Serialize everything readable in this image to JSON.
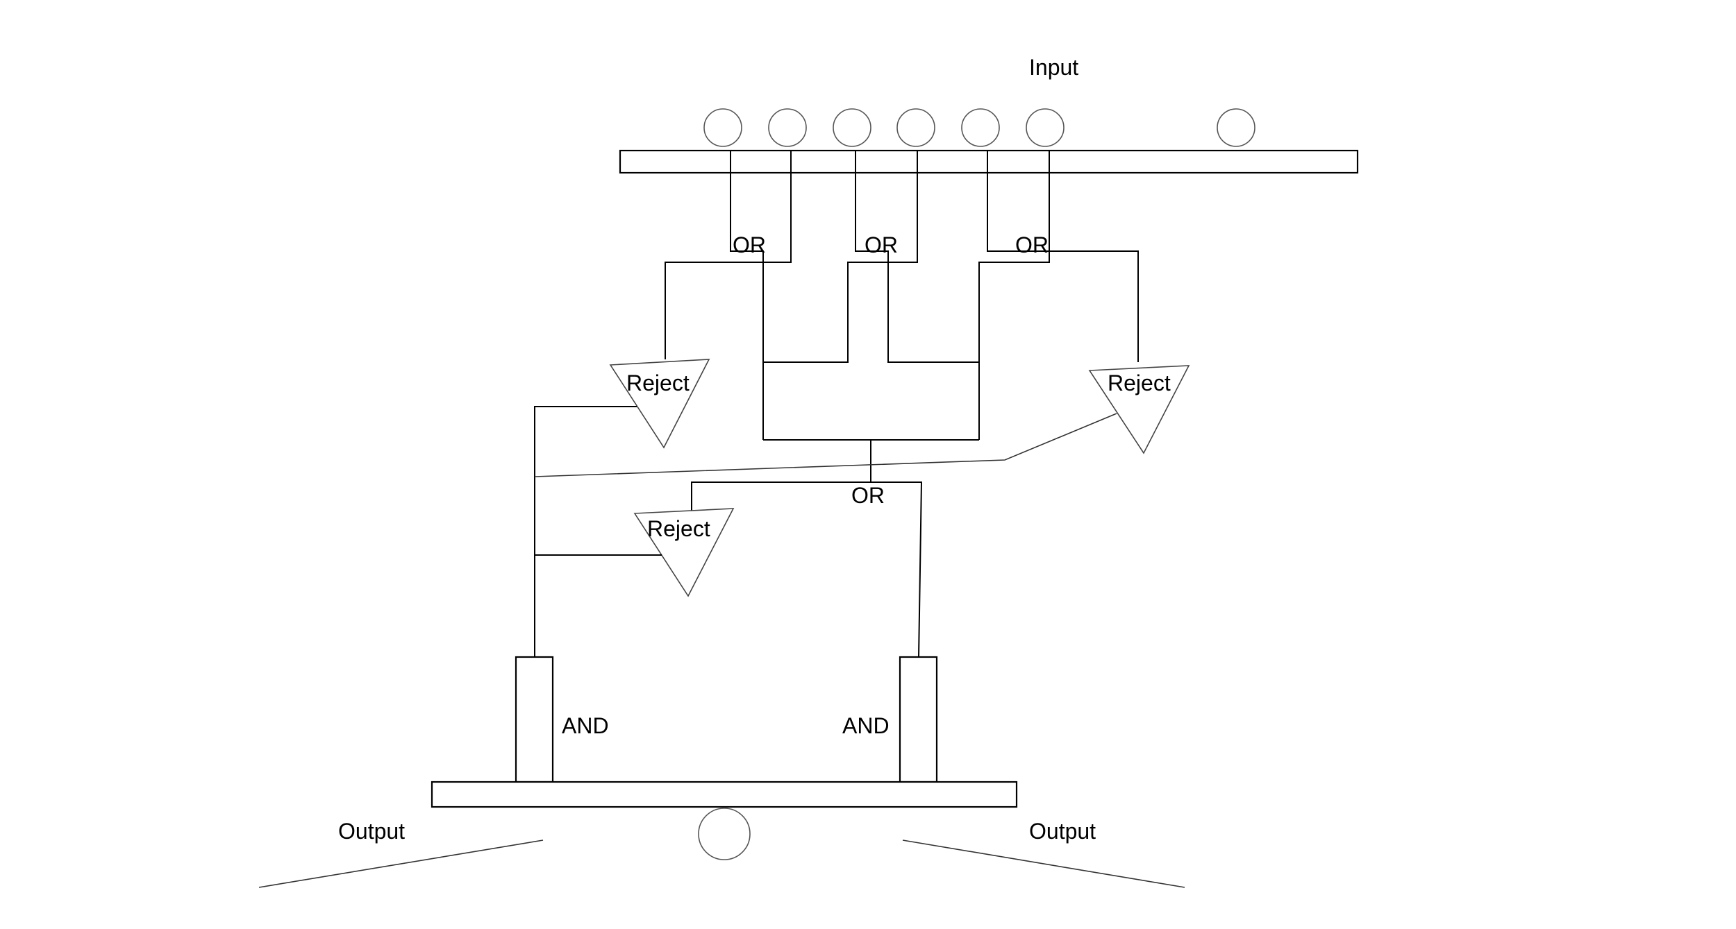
{
  "diagram": {
    "input_label": "Input",
    "output_labels": [
      "Output",
      "Output"
    ],
    "or_gates": [
      {
        "label": "OR"
      },
      {
        "label": "OR"
      },
      {
        "label": "OR"
      },
      {
        "label": "OR"
      }
    ],
    "reject_gates": [
      {
        "label": "Reject"
      },
      {
        "label": "Reject"
      },
      {
        "label": "Reject"
      }
    ],
    "and_gates": [
      {
        "label": "AND"
      },
      {
        "label": "AND"
      }
    ],
    "input_node_count": 7,
    "output_node_count": 1,
    "colors": {
      "line": "#000000",
      "background": "#ffffff"
    }
  }
}
